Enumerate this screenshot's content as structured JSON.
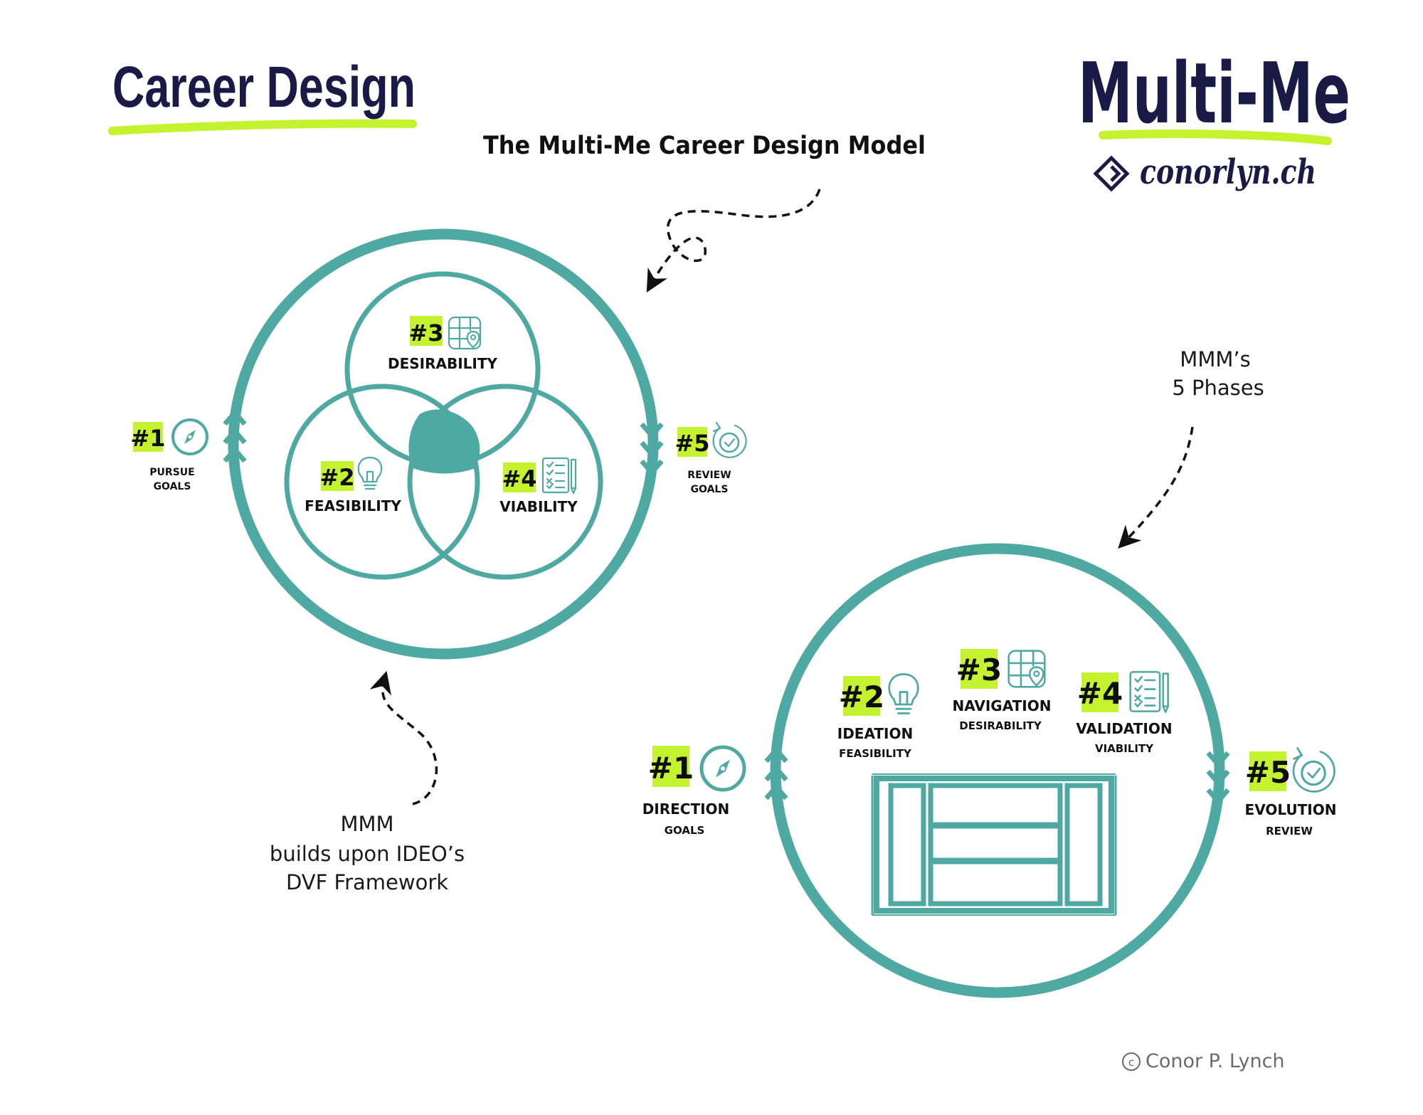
{
  "header": {
    "left_logo": "Career Design",
    "brand": "Multi-Me",
    "site": "conorlyn.ch",
    "title": "The Multi-Me Career Design Model"
  },
  "dvf_model": {
    "phase1": {
      "num": "#1",
      "label1": "PURSUE",
      "label2": "GOALS",
      "icon": "compass-icon"
    },
    "phase2": {
      "num": "#2",
      "label": "FEASIBILITY",
      "icon": "lightbulb-icon"
    },
    "phase3": {
      "num": "#3",
      "label": "DESIRABILITY",
      "icon": "map-pin-icon"
    },
    "phase4": {
      "num": "#4",
      "label": "VIABILITY",
      "icon": "checklist-icon"
    },
    "phase5": {
      "num": "#5",
      "label1": "REVIEW",
      "label2": "GOALS",
      "icon": "refresh-check-icon"
    }
  },
  "mmm_model": {
    "phase1": {
      "num": "#1",
      "label": "DIRECTION",
      "sub": "GOALS",
      "icon": "compass-icon"
    },
    "phase2": {
      "num": "#2",
      "label": "IDEATION",
      "sub": "FEASIBILITY",
      "icon": "lightbulb-icon"
    },
    "phase3": {
      "num": "#3",
      "label": "NAVIGATION",
      "sub": "DESIRABILITY",
      "icon": "map-pin-icon"
    },
    "phase4": {
      "num": "#4",
      "label": "VALIDATION",
      "sub": "VIABILITY",
      "icon": "checklist-icon"
    },
    "phase5": {
      "num": "#5",
      "label": "EVOLUTION",
      "sub": "REVIEW",
      "icon": "refresh-check-icon"
    }
  },
  "notes": {
    "phases_line1": "MMM’s",
    "phases_line2": "5 Phases",
    "ideo_line1": "MMM",
    "ideo_line2": "builds upon IDEO’s",
    "ideo_line3": "DVF Framework"
  },
  "copyright": "Conor P. Lynch",
  "colors": {
    "teal": "#4ea9a3",
    "highlight": "#c4f22e",
    "navy": "#1a1a46"
  }
}
